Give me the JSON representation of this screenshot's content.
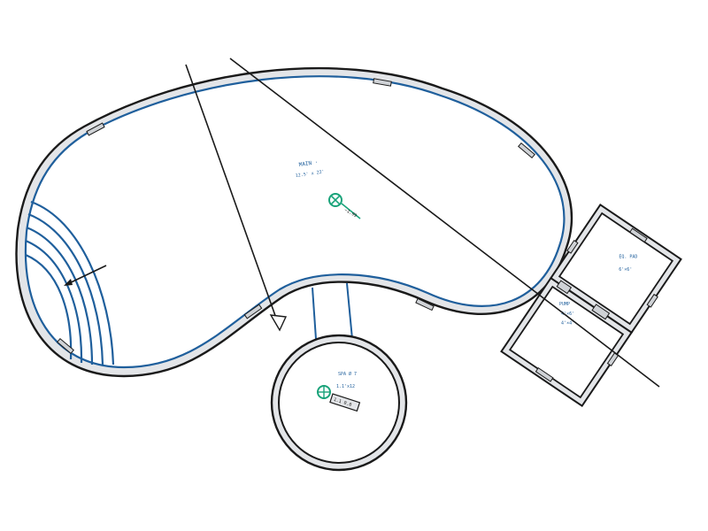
{
  "colors": {
    "ink": "#1a1a1a",
    "water": "#1f5f9c",
    "deck": "#e3e5e8",
    "marker": "#1aa37a",
    "background": "#ffffff"
  },
  "main_pool": {
    "label_line1": "MAIN ·",
    "label_line2": "12.5' x 22'",
    "marker_tag": "–1.99"
  },
  "spa": {
    "label_line1": "SPA Ø 7",
    "label_line2": "1.1'x12",
    "marker_tag": "1.1 0.0"
  },
  "equipment_pad": {
    "upper_label_line1": "EQ. PAD",
    "upper_label_line2": "6'×6'",
    "lower_label_line1": "PUMP",
    "lower_label_line2": "4'×6'",
    "lower_label_line3": "4'×4'"
  }
}
